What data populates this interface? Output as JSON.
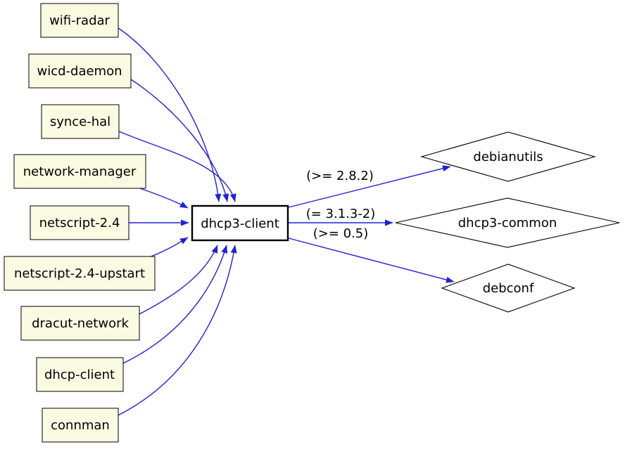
{
  "graph": {
    "colors": {
      "edge": "#2121d3",
      "reverse_dep_fill": "#fbfbe3",
      "node_stroke": "#000000",
      "dependency_fill": "#ffffff",
      "background": "#ffffff"
    },
    "center": {
      "label": "dhcp3-client"
    },
    "reverse_dependencies": [
      {
        "label": "wifi-radar"
      },
      {
        "label": "wicd-daemon"
      },
      {
        "label": "synce-hal"
      },
      {
        "label": "network-manager"
      },
      {
        "label": "netscript-2.4"
      },
      {
        "label": "netscript-2.4-upstart"
      },
      {
        "label": "dracut-network"
      },
      {
        "label": "dhcp-client"
      },
      {
        "label": "connman"
      }
    ],
    "dependencies": [
      {
        "label": "debianutils",
        "constraint": "(>= 2.8.2)"
      },
      {
        "label": "dhcp3-common",
        "constraint": "(= 3.1.3-2)"
      },
      {
        "label": "debconf",
        "constraint": "(>= 0.5)"
      }
    ],
    "edges": [
      {
        "from": "wifi-radar",
        "to": "dhcp3-client"
      },
      {
        "from": "wicd-daemon",
        "to": "dhcp3-client"
      },
      {
        "from": "synce-hal",
        "to": "dhcp3-client"
      },
      {
        "from": "network-manager",
        "to": "dhcp3-client"
      },
      {
        "from": "netscript-2.4",
        "to": "dhcp3-client"
      },
      {
        "from": "netscript-2.4-upstart",
        "to": "dhcp3-client"
      },
      {
        "from": "dracut-network",
        "to": "dhcp3-client"
      },
      {
        "from": "dhcp-client",
        "to": "dhcp3-client"
      },
      {
        "from": "connman",
        "to": "dhcp3-client"
      },
      {
        "from": "dhcp3-client",
        "to": "debianutils",
        "label": "(>= 2.8.2)"
      },
      {
        "from": "dhcp3-client",
        "to": "dhcp3-common",
        "label": "(= 3.1.3-2)"
      },
      {
        "from": "dhcp3-client",
        "to": "debconf",
        "label": "(>= 0.5)"
      }
    ]
  }
}
